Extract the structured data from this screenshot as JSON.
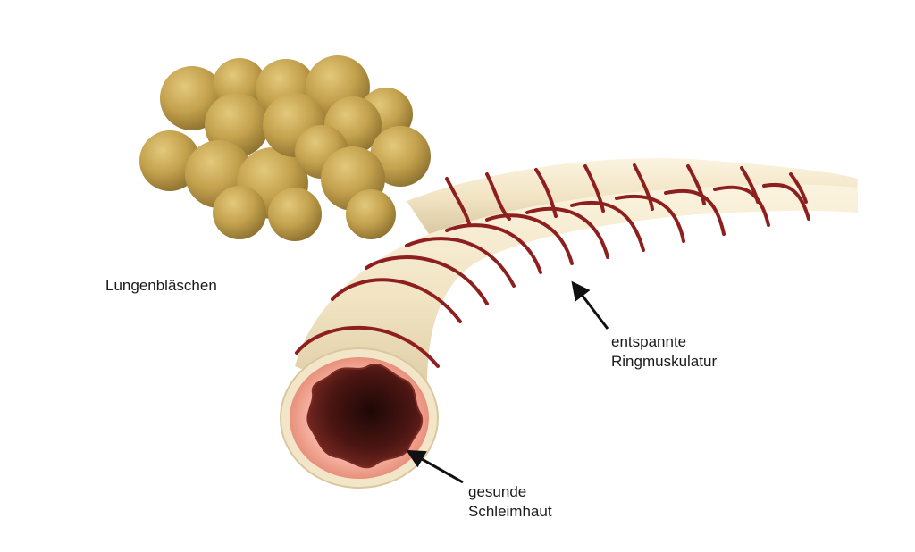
{
  "labels": {
    "alveoli": "Lungenbläschen",
    "muscle_line1": "entspannte",
    "muscle_line2": "Ringmuskulatur",
    "mucosa_line1": "gesunde",
    "mucosa_line2": "Schleimhaut"
  },
  "colors": {
    "background": "#ffffff",
    "alveoli": "#c4a24e",
    "tube": "#f1e3c2",
    "muscle_band": "#8e1f1f",
    "mucosa": "#f2a99a",
    "lumen": "#4a1512",
    "arrow": "#111111"
  }
}
